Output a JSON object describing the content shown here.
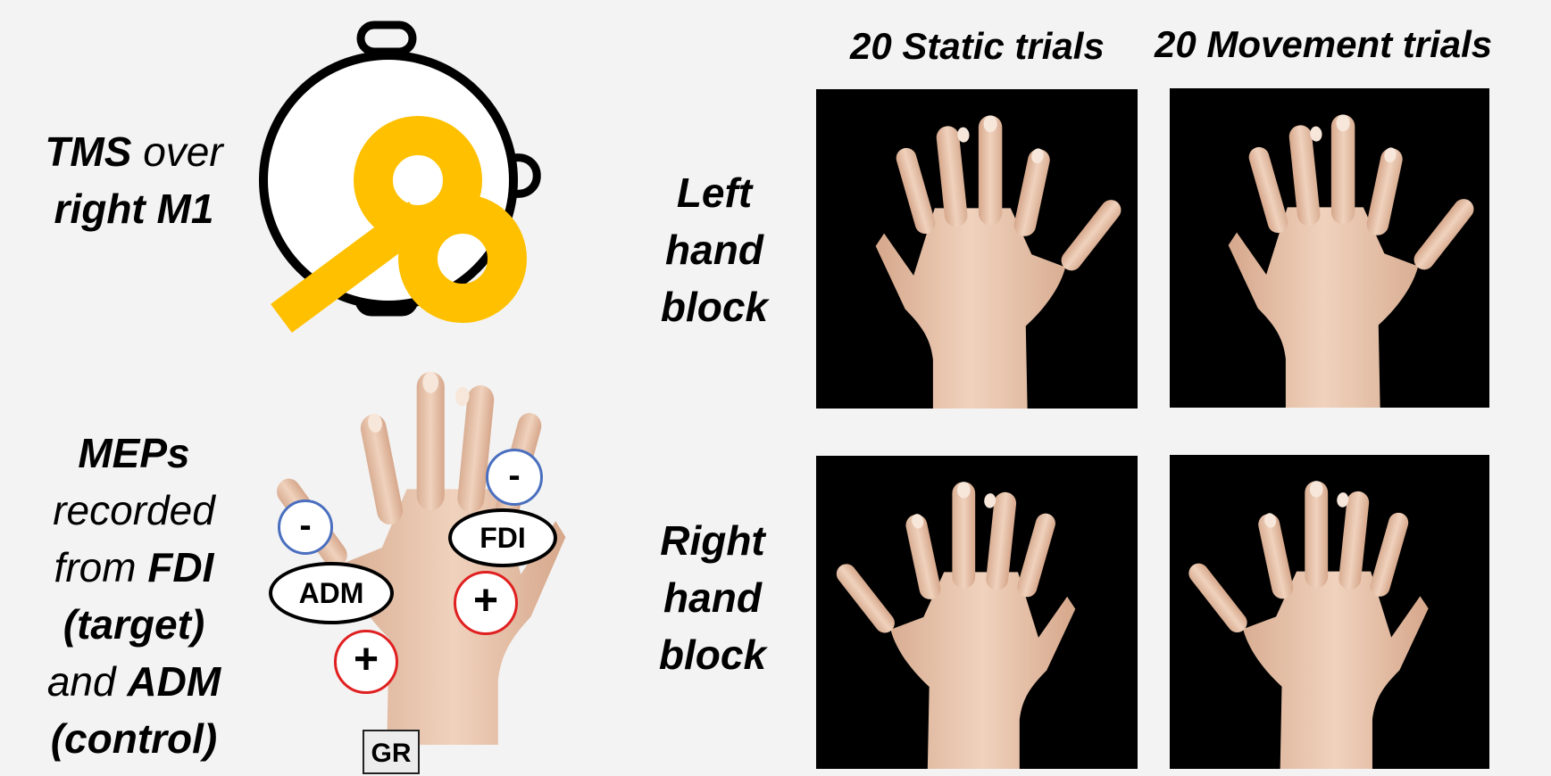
{
  "tms": {
    "word": "TMS",
    "over": "over",
    "target": "right M1"
  },
  "meps": {
    "line1": "MEPs",
    "line2": "recorded",
    "line3_prefix": "from",
    "line3_bold": "FDI",
    "line4": "(target)",
    "line5_prefix": "and",
    "line5_bold": "ADM",
    "line6": "(control)"
  },
  "columns": {
    "static": "20 Static trials",
    "movement": "20 Movement trials"
  },
  "rows": {
    "left": [
      "Left",
      "hand",
      "block"
    ],
    "right": [
      "Right",
      "hand",
      "block"
    ]
  },
  "electrodes": {
    "minus": "-",
    "plus": "+",
    "fdi": "FDI",
    "adm": "ADM",
    "ground": "GR"
  },
  "colors": {
    "coil": "#ffc000",
    "minus_ring": "#4a6fbf",
    "plus_ring": "#e02020",
    "skin": "#e8c3a8",
    "panel_bg": "#000000"
  }
}
